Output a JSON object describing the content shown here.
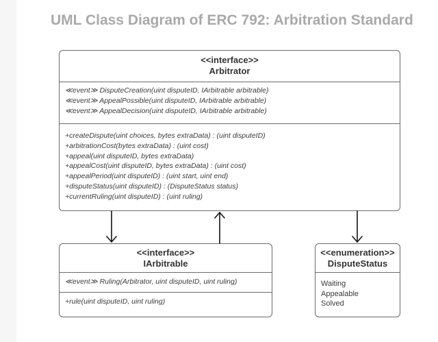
{
  "title": "UML Class Diagram of ERC 792: Arbitration Standard",
  "arbitrator": {
    "stereotype": "<<interface>>",
    "name": "Arbitrator",
    "events": [
      "≪event≫ DisputeCreation(uint disputeID, IArbitrable arbitrable)",
      "≪event≫ AppealPossible(uint disputeID, IArbitrable arbitrable)",
      "≪event≫ AppealDecision(uint disputeID, IArbitrable arbitrable)"
    ],
    "methods": [
      "+createDispute(uint choices, bytes extraData) : (uint disputeID)",
      "+arbitrationCost(bytes extraData) : (uint cost)",
      "+appeal(uint disputeID, bytes extraData)",
      "+appealCost(uint disputeID, bytes extraData) : (uint cost)",
      "+appealPeriod(uint disputeID) : (uint start, uint end)",
      "+disputeStatus(uint disputeID) : (DisputeStatus status)",
      "+currentRuling(uint disputeID) : (uint ruling)"
    ]
  },
  "arbitrable": {
    "stereotype": "<<interface>>",
    "name": "IArbitrable",
    "events": [
      "≪event≫ Ruling(Arbitrator, uint disputeID, uint ruling)"
    ],
    "methods": [
      "+rule(uint disputeID, uint ruling)"
    ]
  },
  "dispute_status": {
    "stereotype": "<<enumeration>>",
    "name": "DisputeStatus",
    "values": [
      "Waiting",
      "Appealable",
      "Solved"
    ]
  }
}
